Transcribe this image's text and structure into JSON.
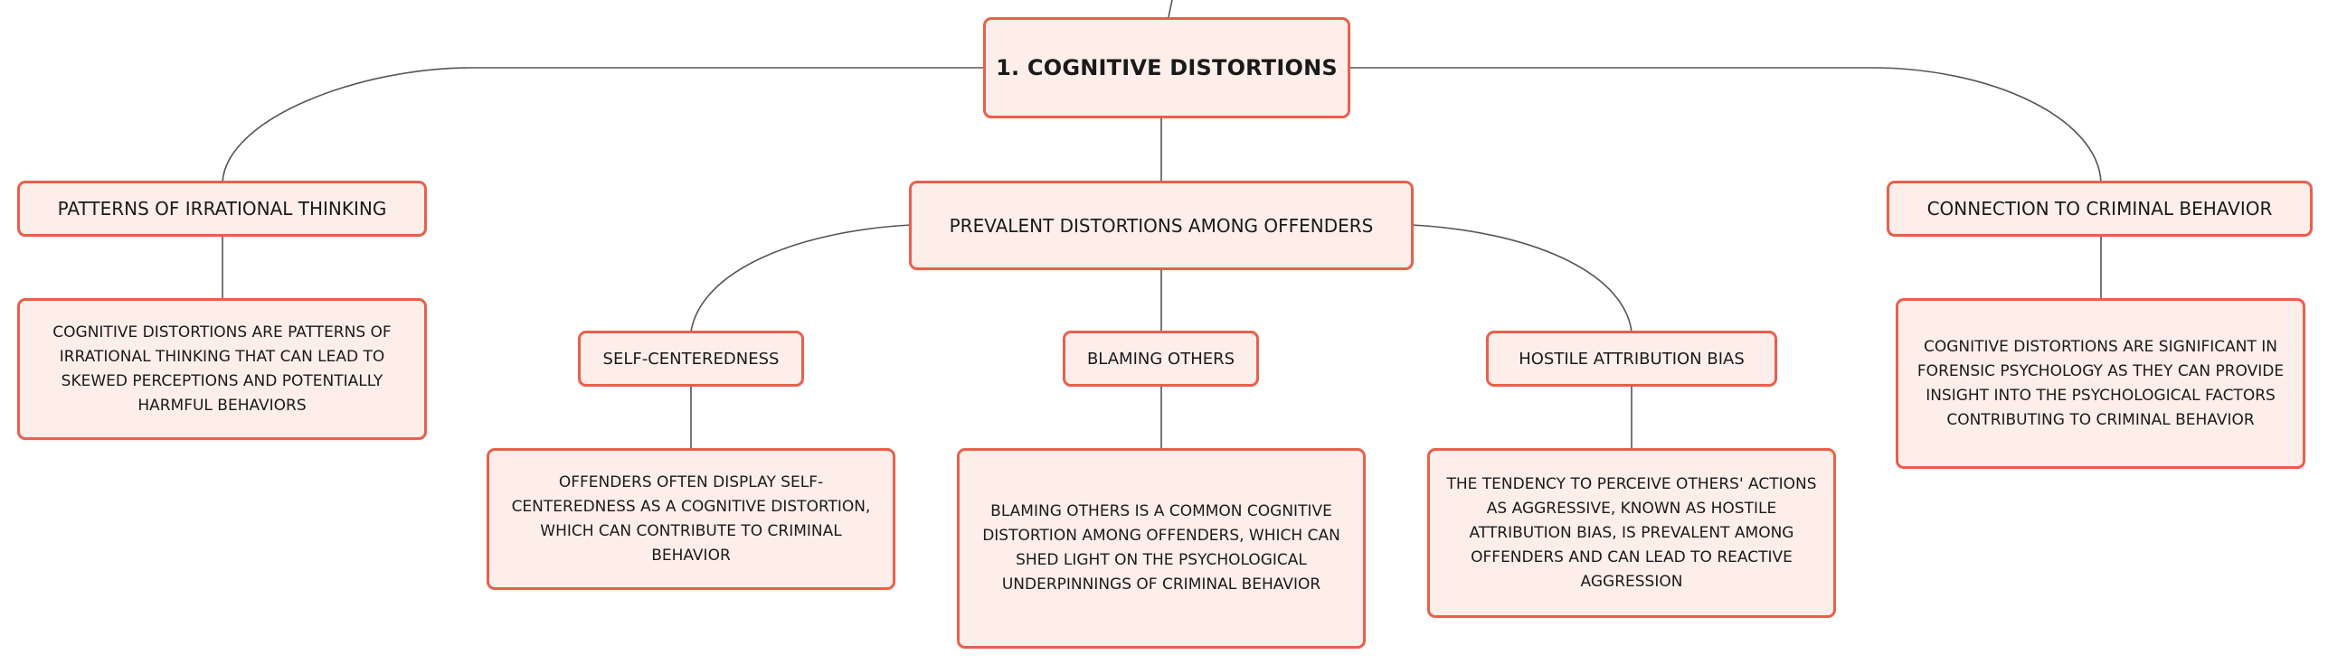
{
  "colors": {
    "node_fill": "#fdeee9",
    "node_border": "#e8604c",
    "connector": "#555555"
  },
  "root": {
    "title": "1. COGNITIVE DISTORTIONS"
  },
  "branches": {
    "irrational": {
      "label": "PATTERNS OF IRRATIONAL THINKING",
      "detail": "COGNITIVE DISTORTIONS ARE PATTERNS OF IRRATIONAL THINKING THAT CAN LEAD TO SKEWED PERCEPTIONS AND POTENTIALLY HARMFUL BEHAVIORS"
    },
    "prevalent": {
      "label": "PREVALENT DISTORTIONS AMONG OFFENDERS",
      "children": {
        "self": {
          "label": "SELF-CENTEREDNESS",
          "detail": "OFFENDERS OFTEN DISPLAY SELF-CENTEREDNESS AS A COGNITIVE DISTORTION, WHICH CAN CONTRIBUTE TO CRIMINAL BEHAVIOR"
        },
        "blaming": {
          "label": "BLAMING OTHERS",
          "detail": "BLAMING OTHERS IS A COMMON COGNITIVE DISTORTION AMONG OFFENDERS, WHICH CAN SHED LIGHT ON THE PSYCHOLOGICAL UNDERPINNINGS OF CRIMINAL BEHAVIOR"
        },
        "hostile": {
          "label": "HOSTILE ATTRIBUTION BIAS",
          "detail": "THE TENDENCY TO PERCEIVE OTHERS' ACTIONS AS AGGRESSIVE, KNOWN AS HOSTILE ATTRIBUTION BIAS, IS PREVALENT AMONG OFFENDERS AND CAN LEAD TO REACTIVE AGGRESSION"
        }
      }
    },
    "criminal": {
      "label": "CONNECTION TO CRIMINAL BEHAVIOR",
      "detail": "COGNITIVE DISTORTIONS ARE SIGNIFICANT IN FORENSIC PSYCHOLOGY AS THEY CAN PROVIDE INSIGHT INTO THE PSYCHOLOGICAL FACTORS CONTRIBUTING TO CRIMINAL BEHAVIOR"
    }
  }
}
